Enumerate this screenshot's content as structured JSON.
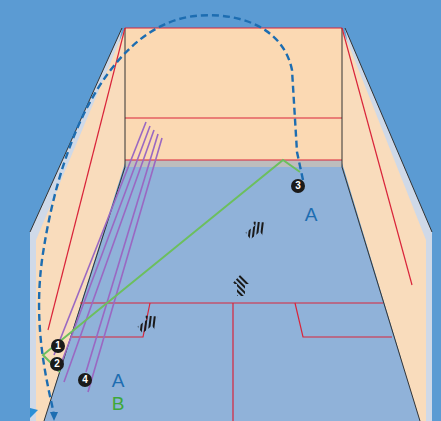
{
  "diagram": {
    "labels": [
      "3",
      "A",
      "1",
      "A",
      "2",
      "B",
      "4"
    ]
  }
}
